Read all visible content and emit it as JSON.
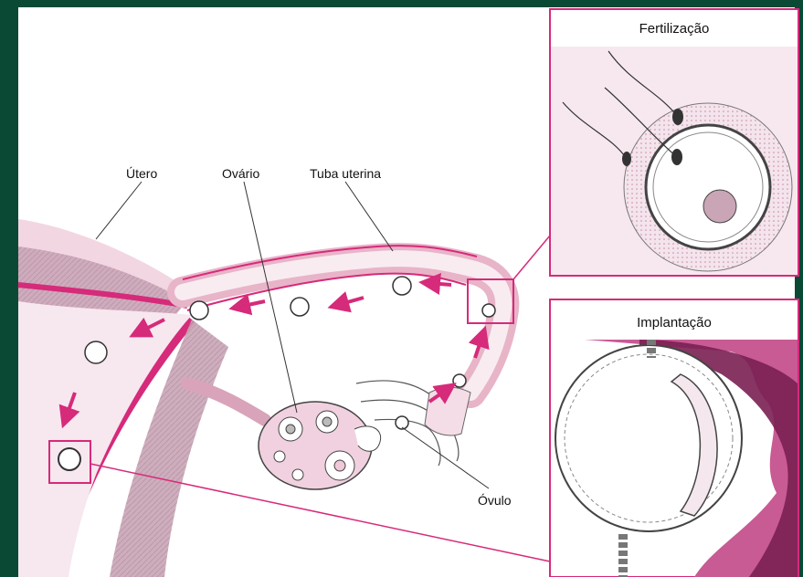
{
  "labels": {
    "utero": "Útero",
    "ovario": "Ovário",
    "tuba": "Tuba uterina",
    "ovulo": "Óvulo"
  },
  "panels": {
    "fertilization_title": "Fertilização",
    "implantation_title": "Implantação"
  },
  "colors": {
    "background": "#0a4a35",
    "accent": "#d62a7a",
    "tissue_pink": "#e6b5c8",
    "tissue_light": "#f6e6ee",
    "endometrium": "#c88fab"
  }
}
